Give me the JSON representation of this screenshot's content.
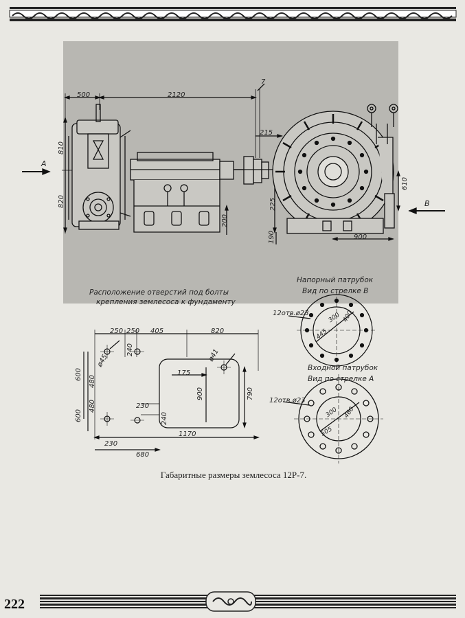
{
  "page": {
    "number": "222"
  },
  "caption": "Габаритные размеры землесоса 12Р-7.",
  "main_view": {
    "dims": {
      "d500": "500",
      "d2120": "2120",
      "d7": "7",
      "d810": "810",
      "d820": "820",
      "d215": "215",
      "d225": "225",
      "d200": "200",
      "d190": "190",
      "d610": "610",
      "d900": "900"
    },
    "arrow_a": "А",
    "arrow_b": "В"
  },
  "foundation_plan": {
    "title_line1": "Расположение отверстий под болты",
    "title_line2": "крепления землесоса к фундаменту",
    "dims": {
      "d250a": "250",
      "d250b": "250",
      "d405": "405",
      "d820": "820",
      "d41": "ø41",
      "d45": "ø45",
      "d240a": "240",
      "d600a": "600",
      "d480a": "480",
      "d175": "175",
      "d900": "900",
      "d790": "790",
      "d600b": "600",
      "d480b": "480",
      "d230a": "230",
      "d240b": "240",
      "d1170": "1170",
      "d230b": "230",
      "d680": "680"
    }
  },
  "discharge_flange": {
    "title_line1": "Напорный патрубок",
    "title_line2": "Вид по стрелке В",
    "holes_label": "12отв.ø23",
    "d300": "300",
    "d400": "400",
    "d445": "445"
  },
  "inlet_flange": {
    "title_line1": "Входной патрубок",
    "title_line2": "Вид по стрелке А",
    "holes_label": "12отв.ø23",
    "d300": "300",
    "d460": "460",
    "d505": "505"
  }
}
